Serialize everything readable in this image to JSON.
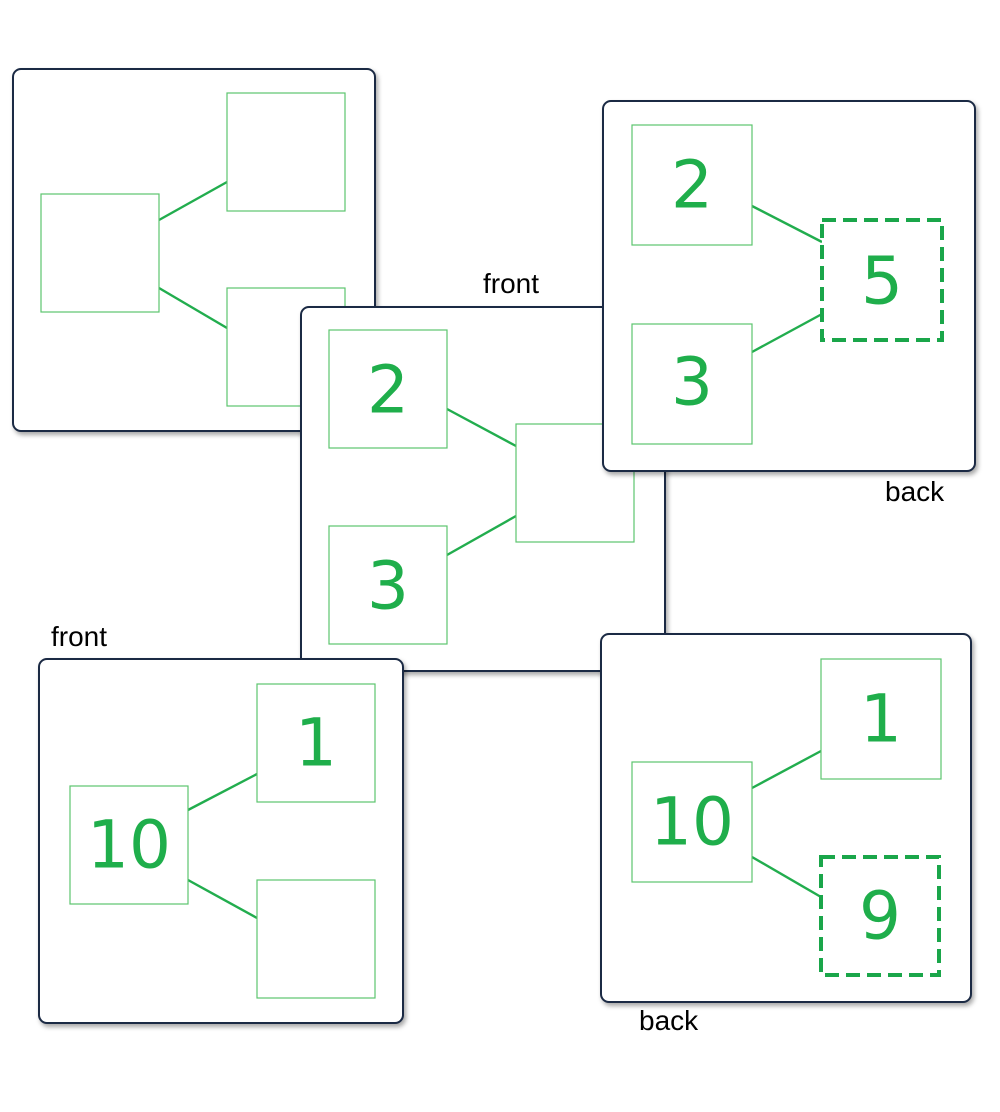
{
  "captions": {
    "front_middle": "front",
    "back_top": "back",
    "front_bottom": "front",
    "back_bottom": "back"
  },
  "cards": {
    "blank": {
      "whole": "",
      "part_a": "",
      "part_b": ""
    },
    "middle_front": {
      "part_a": "2",
      "part_b": "3",
      "whole": ""
    },
    "top_back": {
      "part_a": "2",
      "part_b": "3",
      "whole": "5"
    },
    "bottom_front": {
      "whole": "10",
      "part_a": "1",
      "part_b": ""
    },
    "bottom_back": {
      "whole": "10",
      "part_a": "1",
      "part_b": "9"
    }
  },
  "colors": {
    "accent": "#1fae4b",
    "box_border": "#5cc46e",
    "card_border": "#1b2a44"
  }
}
